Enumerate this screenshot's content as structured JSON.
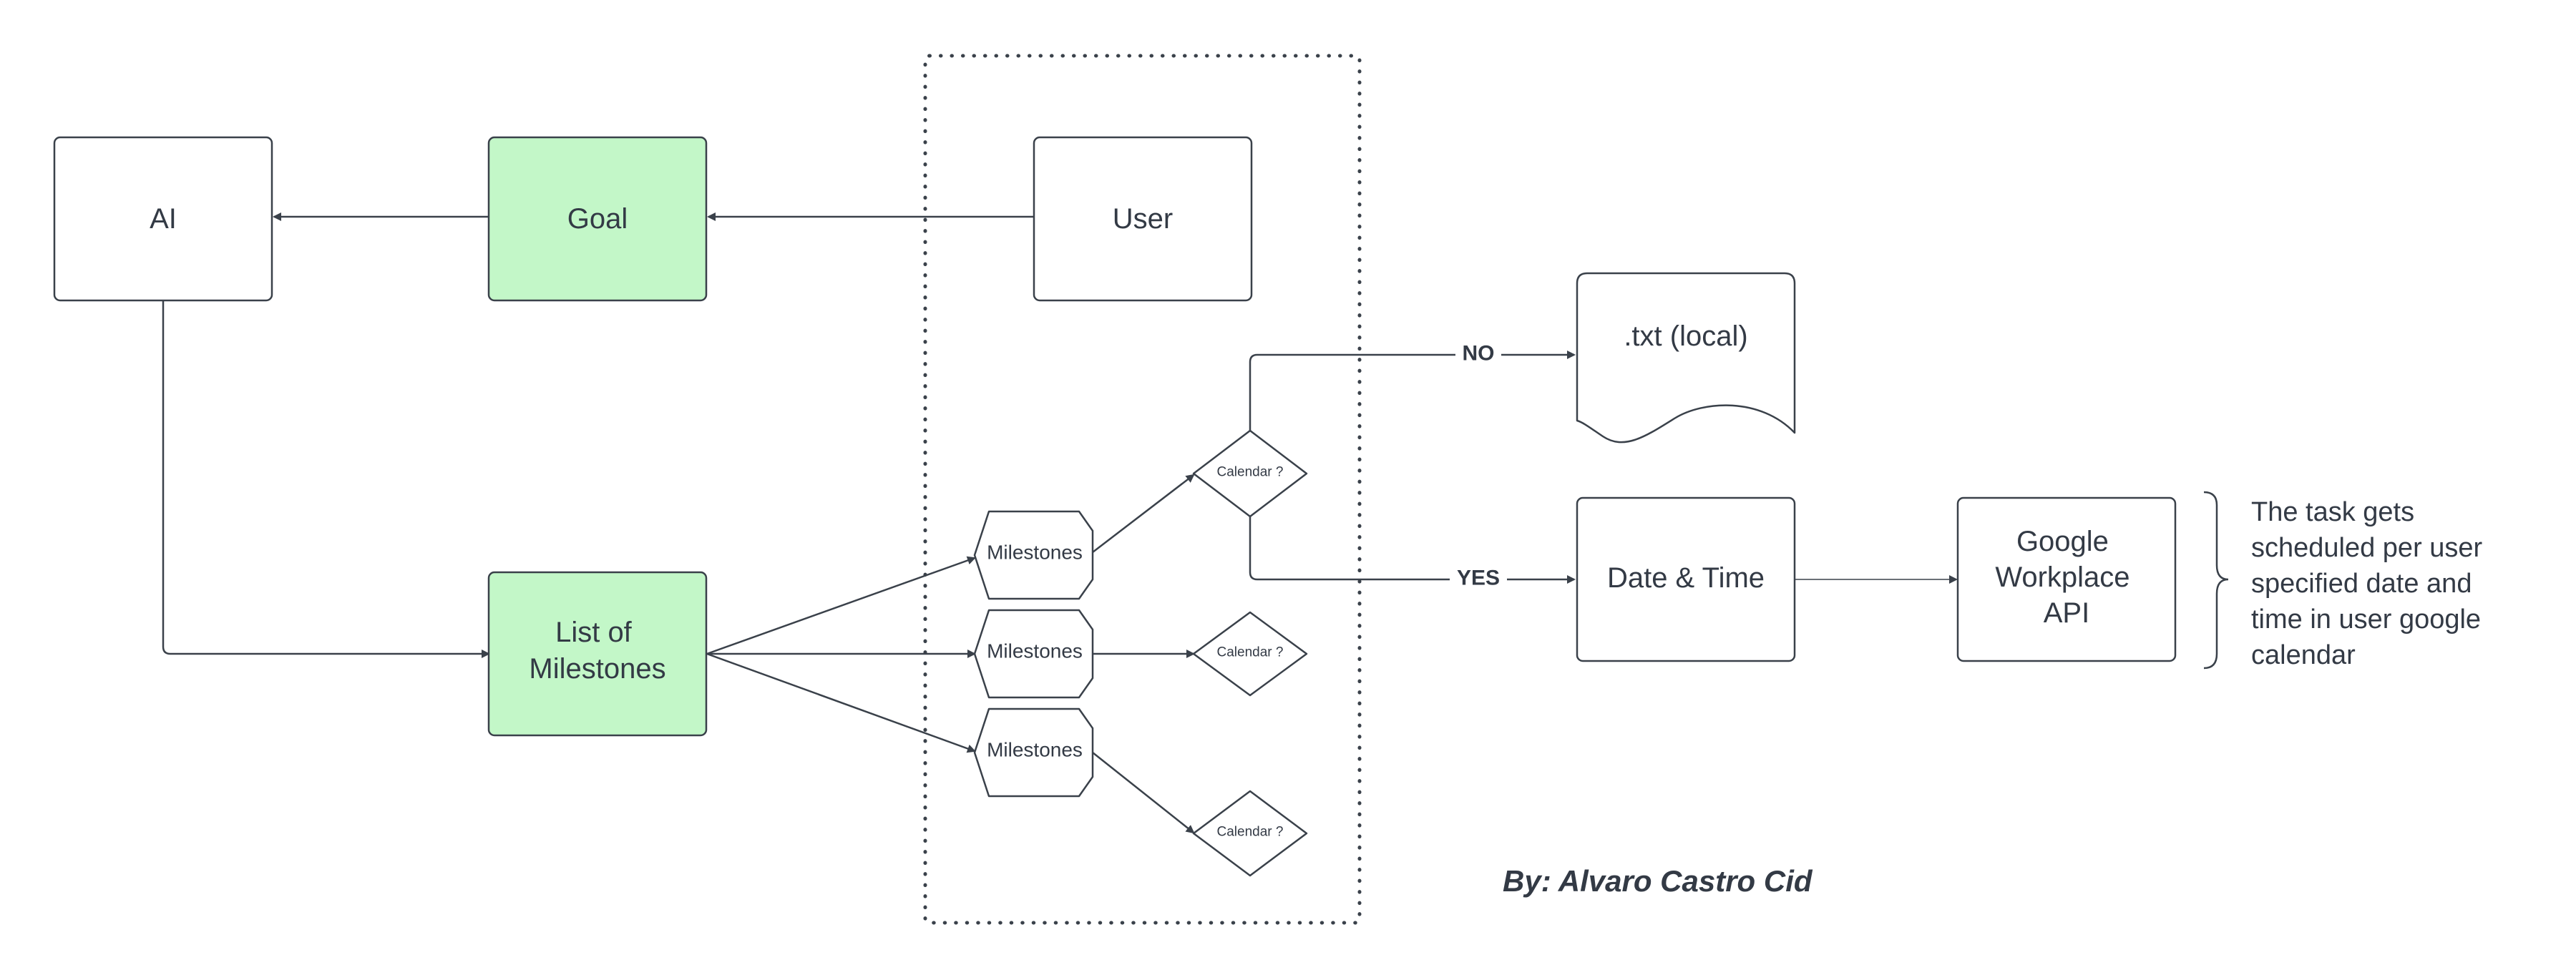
{
  "colors": {
    "stroke": "#3a414a",
    "text": "#333a45",
    "box_fill": "#ffffff",
    "accent_fill": "#c3f7c8"
  },
  "nodes": {
    "ai": "AI",
    "goal": "Goal",
    "user": "User",
    "list_of_milestones": [
      "List of",
      "Milestones"
    ],
    "milestones": [
      "Milestones",
      "Milestones",
      "Milestones"
    ],
    "calendar": [
      "Calendar ?",
      "Calendar ?",
      "Calendar ?"
    ],
    "txt_local": ".txt (local)",
    "date_time": "Date & Time",
    "google_api": [
      "Google",
      "Workplace",
      "API"
    ]
  },
  "edges": {
    "no_label": "NO",
    "yes_label": "YES"
  },
  "note": {
    "lines": [
      "The task gets",
      "scheduled per user",
      "specified date and",
      "time in user google",
      "calendar"
    ]
  },
  "credit": "By: Alvaro Castro Cid"
}
